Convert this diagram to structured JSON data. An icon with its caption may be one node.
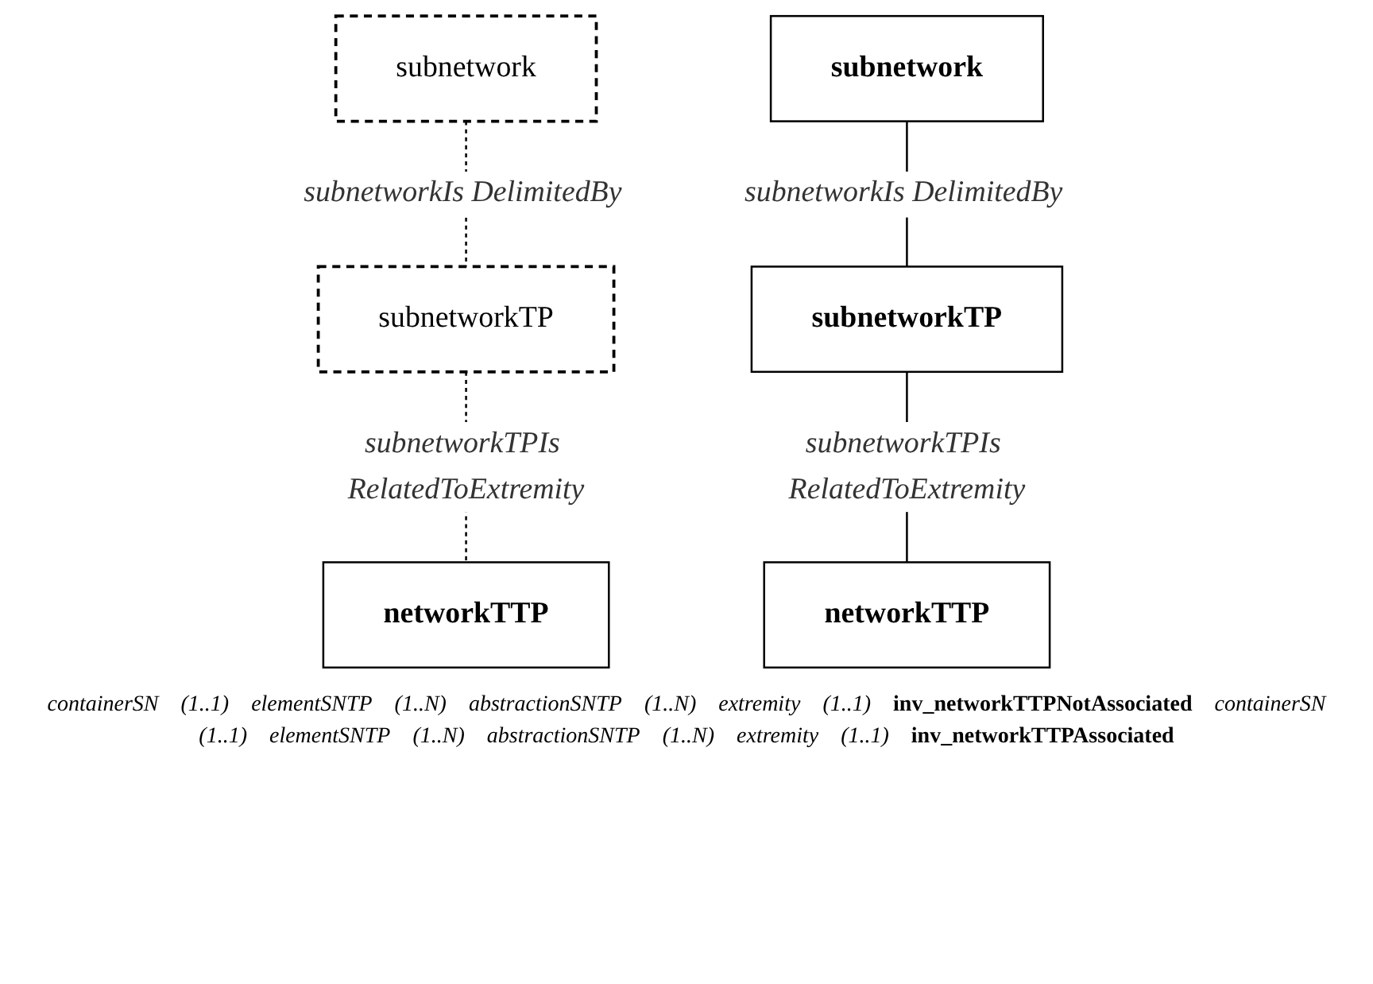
{
  "diagram": {
    "nodes": [
      {
        "text": [
          "subnetwork"
        ]
      },
      {
        "text": [
          "subnetworkTP"
        ]
      },
      {
        "text": [
          "networkTTP"
        ]
      },
      {
        "text": [
          "subnetwork"
        ]
      },
      {
        "text": [
          "subnetworkTP"
        ]
      },
      {
        "text": [
          "networkTTP"
        ]
      }
    ],
    "edges": [
      {
        "from": 0,
        "to": 1,
        "arrow": "none",
        "label": "subnetworkIs DelimitedBy",
        "style": "dashed"
      },
      {
        "from": 1,
        "to": 2,
        "arrow": "none",
        "label": "subnetworkTPIs RelatedToExtremity",
        "style": "dashed"
      },
      {
        "from": 3,
        "to": 4,
        "arrow": "none",
        "label": "subnetworkIs DelimitedBy"
      },
      {
        "from": 4,
        "to": 5,
        "arrow": "none",
        "label": "subnetworkTPIs RelatedToExtremity"
      }
    ],
    "labels": [
      "containerSN",
      "(1..1)",
      "elementSNTP",
      "(1..N)",
      "abstractionSNTP",
      "(1..N)",
      "extremity",
      "(1..1)",
      "inv_networkTTPNotAssociated",
      "containerSN",
      "(1..1)",
      "elementSNTP",
      "(1..N)",
      "abstractionSNTP",
      "(1..N)",
      "extremity",
      "(1..1)",
      "inv_networkTTPAssociated"
    ]
  }
}
